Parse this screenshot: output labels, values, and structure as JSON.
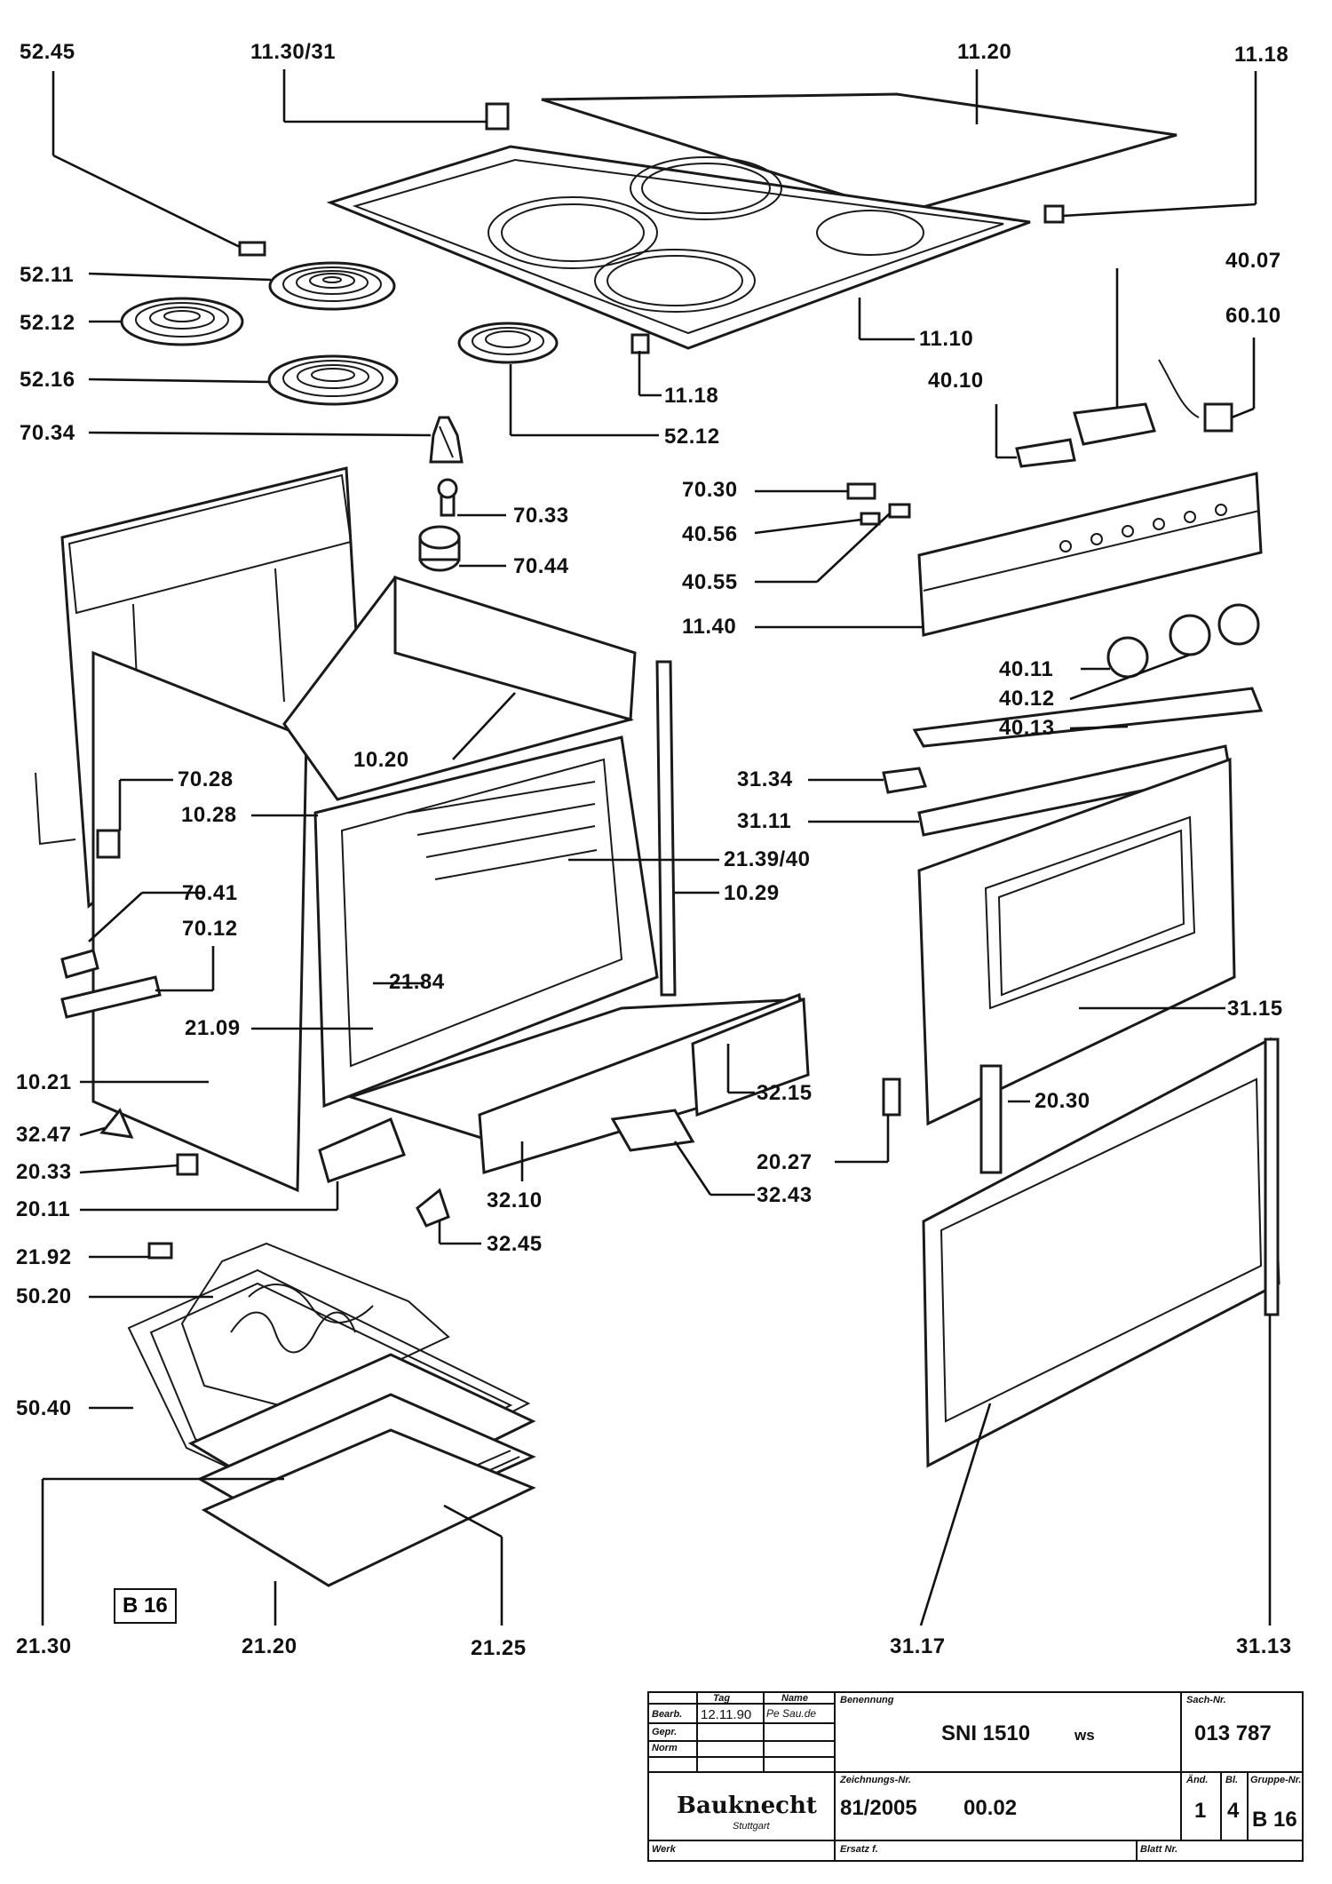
{
  "labels": [
    {
      "text": "52.45",
      "name": "callout-52-45"
    },
    {
      "text": "11.30/31",
      "name": "callout-11-30-31"
    },
    {
      "text": "11.20",
      "name": "callout-11-20"
    },
    {
      "text": "11.18",
      "name": "callout-11-18-top"
    },
    {
      "text": "52.11",
      "name": "callout-52-11"
    },
    {
      "text": "52.12",
      "name": "callout-52-12-left"
    },
    {
      "text": "52.16",
      "name": "callout-52-16"
    },
    {
      "text": "70.34",
      "name": "callout-70-34"
    },
    {
      "text": "11.18",
      "name": "callout-11-18-mid"
    },
    {
      "text": "52.12",
      "name": "callout-52-12-right"
    },
    {
      "text": "11.10",
      "name": "callout-11-10"
    },
    {
      "text": "40.07",
      "name": "callout-40-07"
    },
    {
      "text": "60.10",
      "name": "callout-60-10"
    },
    {
      "text": "40.10",
      "name": "callout-40-10"
    },
    {
      "text": "70.30",
      "name": "callout-70-30"
    },
    {
      "text": "70.33",
      "name": "callout-70-33"
    },
    {
      "text": "40.56",
      "name": "callout-40-56"
    },
    {
      "text": "70.44",
      "name": "callout-70-44"
    },
    {
      "text": "40.55",
      "name": "callout-40-55"
    },
    {
      "text": "11.40",
      "name": "callout-11-40"
    },
    {
      "text": "40.11",
      "name": "callout-40-11"
    },
    {
      "text": "40.12",
      "name": "callout-40-12"
    },
    {
      "text": "40.13",
      "name": "callout-40-13"
    },
    {
      "text": "10.20",
      "name": "callout-10-20"
    },
    {
      "text": "70.28",
      "name": "callout-70-28"
    },
    {
      "text": "10.28",
      "name": "callout-10-28"
    },
    {
      "text": "31.34",
      "name": "callout-31-34"
    },
    {
      "text": "31.11",
      "name": "callout-31-11"
    },
    {
      "text": "21.39/40",
      "name": "callout-21-39-40"
    },
    {
      "text": "70.41",
      "name": "callout-70-41"
    },
    {
      "text": "10.29",
      "name": "callout-10-29"
    },
    {
      "text": "70.12",
      "name": "callout-70-12"
    },
    {
      "text": "21.84",
      "name": "callout-21-84"
    },
    {
      "text": "31.15",
      "name": "callout-31-15"
    },
    {
      "text": "21.09",
      "name": "callout-21-09"
    },
    {
      "text": "10.21",
      "name": "callout-10-21"
    },
    {
      "text": "32.15",
      "name": "callout-32-15"
    },
    {
      "text": "20.30",
      "name": "callout-20-30"
    },
    {
      "text": "32.47",
      "name": "callout-32-47"
    },
    {
      "text": "20.33",
      "name": "callout-20-33"
    },
    {
      "text": "20.27",
      "name": "callout-20-27"
    },
    {
      "text": "20.11",
      "name": "callout-20-11"
    },
    {
      "text": "32.10",
      "name": "callout-32-10"
    },
    {
      "text": "32.43",
      "name": "callout-32-43"
    },
    {
      "text": "32.45",
      "name": "callout-32-45"
    },
    {
      "text": "21.92",
      "name": "callout-21-92"
    },
    {
      "text": "50.20",
      "name": "callout-50-20"
    },
    {
      "text": "50.40",
      "name": "callout-50-40"
    },
    {
      "text": "21.30",
      "name": "callout-21-30"
    },
    {
      "text": "21.20",
      "name": "callout-21-20"
    },
    {
      "text": "21.25",
      "name": "callout-21-25"
    },
    {
      "text": "31.17",
      "name": "callout-31-17"
    },
    {
      "text": "31.13",
      "name": "callout-31-13"
    }
  ],
  "sheet_box": "B 16",
  "title_block": {
    "col_tag": "Tag",
    "col_name": "Name",
    "row_bearb": "Bearb.",
    "row_gepr": "Gepr.",
    "row_norm": "Norm",
    "date": "12.11.90",
    "name": "Pe Sau.de",
    "benennung_label": "Benennung",
    "model": "SNI 1510",
    "model_suffix": "ws",
    "sach_label": "Sach-Nr.",
    "sach_nr": "013 787",
    "brand": "Bauknecht",
    "city": "Stuttgart",
    "zeichnung_label": "Zeichnungs-Nr.",
    "zeichnung_nr": "81/2005",
    "zeichnung_rev": "00.02",
    "aend_label": "Änd.",
    "aend_val": "1",
    "blatt_of_label": "Bl.",
    "blatt_of_val": "4",
    "gruppe_label": "Gruppe-Nr.",
    "gruppe_val": "B 16",
    "werk_label": "Werk",
    "ersatz_label": "Ersatz f.",
    "blatt_label": "Blatt Nr."
  }
}
